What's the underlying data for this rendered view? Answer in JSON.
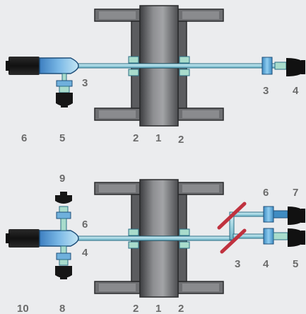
{
  "colors": {
    "background": "#ebecee",
    "flange_light": "#8a8b8e",
    "flange_mid": "#6f7073",
    "flange_dark": "#4c4d50",
    "flange_stroke": "#2a2b2d",
    "fiber": "#a8dbe6",
    "fiber_stroke": "#2a6e85",
    "connector_blue": "#5aa5d6",
    "connector_teal": "#a9dccc",
    "plug_black": "#1a1a1a",
    "mirror_red": "#c0323f",
    "label_gray": "#6b6b6b"
  },
  "icons": [
    "flange-icon",
    "fiber-icon",
    "collimator-icon",
    "connector-icon",
    "mirror-icon",
    "plug-icon"
  ],
  "top_diagram": {
    "labels": {
      "l6": "6",
      "l5": "5",
      "l3_left": "3",
      "l2_left": "2",
      "l1": "1",
      "l2_right": "2",
      "l3_right": "3",
      "l4": "4"
    }
  },
  "bottom_diagram": {
    "labels": {
      "l9": "9",
      "l6_left": "6",
      "l4_left": "4",
      "l10": "10",
      "l8": "8",
      "l2_left": "2",
      "l1": "1",
      "l2_right": "2",
      "l6_right": "6",
      "l7": "7",
      "l3": "3",
      "l4_right": "4",
      "l5": "5"
    }
  }
}
